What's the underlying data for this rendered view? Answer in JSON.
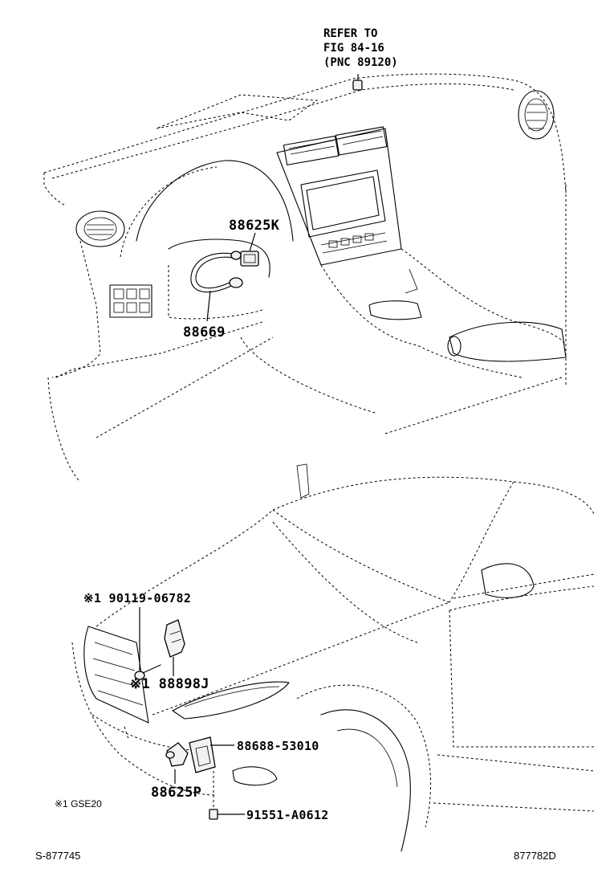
{
  "reference_note": {
    "line1": "REFER TO",
    "line2": "FIG 84-16",
    "line3": "(PNC 89120)"
  },
  "callouts": {
    "p88625K": "88625K",
    "p88669": "88669",
    "p90119": "※1 90119-06782",
    "p88898J": "※1 88898J",
    "p88688": "88688-53010",
    "p88625P": "88625P",
    "p91551": "91551-A0612"
  },
  "footnote": "※1 GSE20",
  "footer": {
    "left_code": "S-877745",
    "right_code": "877782D"
  },
  "icons": {
    "dashboard_illustration": "dashboard-drawing",
    "car_front_illustration": "car-front-drawing"
  }
}
